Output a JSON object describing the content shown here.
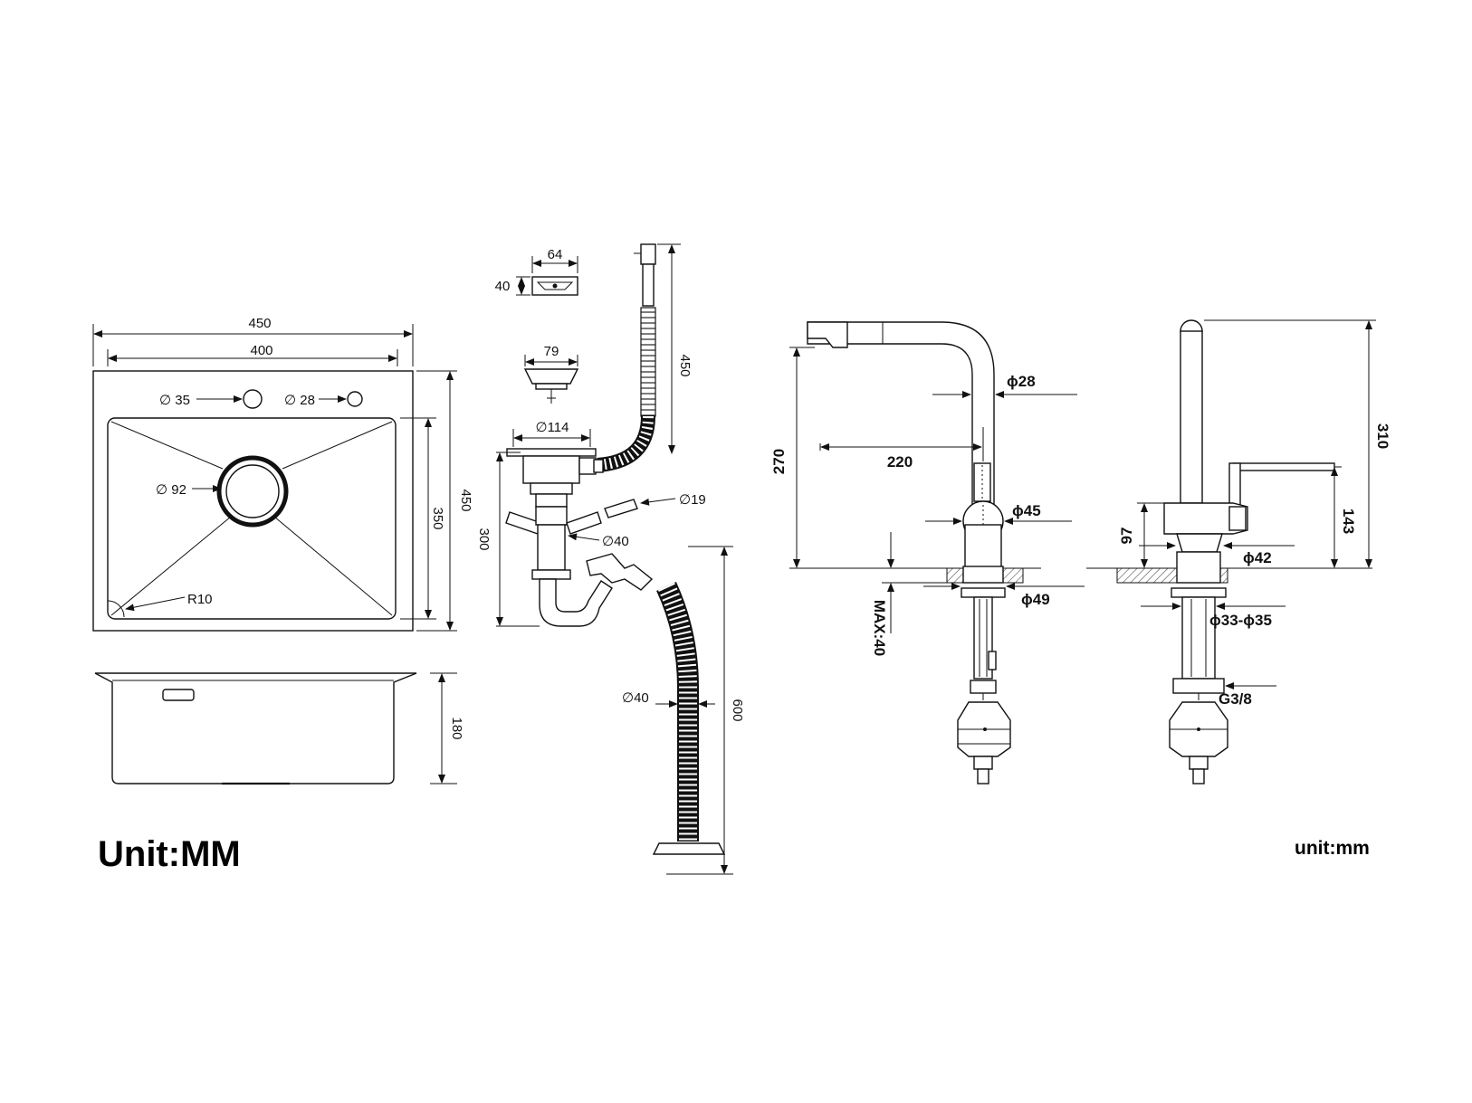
{
  "sink_top": {
    "width_outer": "450",
    "width_inner": "400",
    "height_outer": "450",
    "height_inner": "350",
    "hole_large": "∅ 35",
    "hole_small": "∅ 28",
    "drain": "∅ 92",
    "corner_radius": "R10"
  },
  "sink_side": {
    "depth": "180"
  },
  "drain_kit": {
    "plug_width": "64",
    "plug_height": "40",
    "strainer_width": "79",
    "flange": "∅114",
    "overflow_hose": "450",
    "overflow_pipe": "∅19",
    "trap_height": "300",
    "trap_pipe": "∅40",
    "hose_diameter": "∅40",
    "hose_length": "600"
  },
  "faucet_front": {
    "spout_height": "270",
    "spout_reach": "220",
    "spout_tube": "ϕ28",
    "body": "ϕ45",
    "base": "ϕ49",
    "max_thickness": "MAX:40"
  },
  "faucet_side": {
    "total_height": "310",
    "handle_height": "143",
    "body_height": "97",
    "body_diameter": "ϕ42",
    "hole_range": "ϕ33-ϕ35",
    "thread": "G3/8"
  },
  "units": {
    "left": "Unit:MM",
    "right": "unit:mm"
  }
}
